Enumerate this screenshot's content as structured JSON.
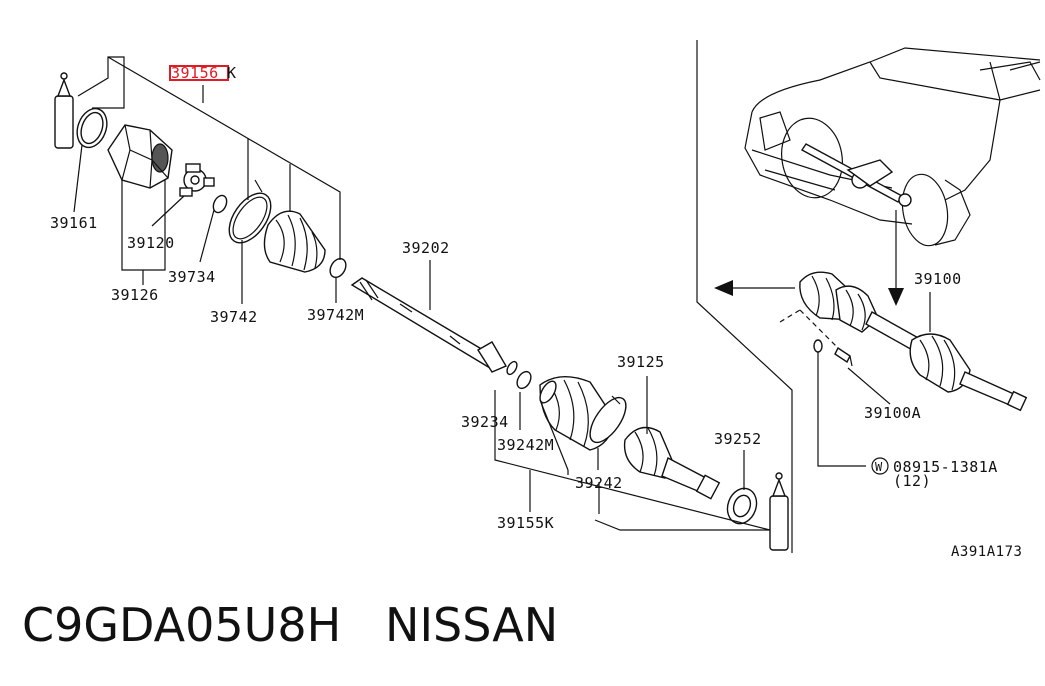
{
  "diagram": {
    "highlight_color": "#e01b24",
    "labels": {
      "p39156k_a": "39156",
      "p39156k_b": "K",
      "p39161": "39161",
      "p39120": "39120",
      "p39126": "39126",
      "p39734": "39734",
      "p39742": "39742",
      "p39742m": "39742M",
      "p39202": "39202",
      "p39234": "39234",
      "p39242m": "39242M",
      "p39242": "39242",
      "p39155k": "39155K",
      "p39125": "39125",
      "p39252": "39252",
      "p39100": "39100",
      "p39100a": "39100A",
      "w_symbol": "W",
      "p08915": "08915-1381A",
      "qty12": "(12)",
      "figure_code": "A391A173"
    }
  },
  "caption": {
    "part_number": "C9GDA05U8H",
    "brand": "NISSAN"
  }
}
